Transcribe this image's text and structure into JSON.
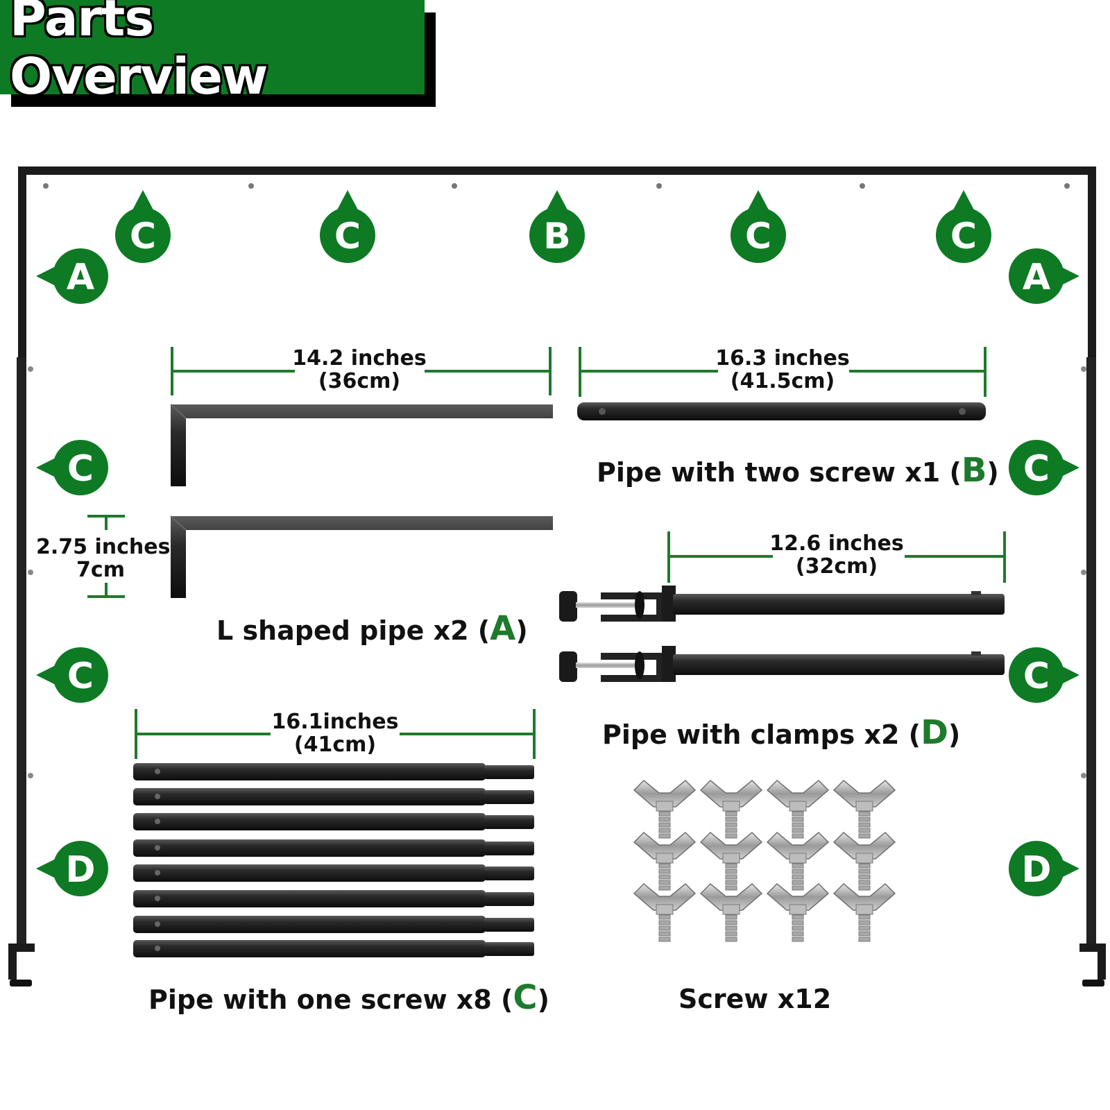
{
  "title": "Parts Overview",
  "colors": {
    "brand_green": "#0e7a24",
    "pipe_black": "#1b1b1b",
    "text": "#111111"
  },
  "markers": {
    "top": [
      "C",
      "C",
      "B",
      "C",
      "C"
    ],
    "left": [
      "A",
      "C",
      "C",
      "D"
    ],
    "right": [
      "A",
      "C",
      "C",
      "D"
    ]
  },
  "parts": {
    "l_pipe": {
      "length": "14.2 inches",
      "length_metric": "(36cm)",
      "height": "2.75 inches",
      "height_metric": "7cm",
      "label": "L shaped pipe x2",
      "letter": "A",
      "open": " (",
      "close": ")"
    },
    "two_screw": {
      "length": "16.3 inches",
      "length_metric": "(41.5cm)",
      "label": "Pipe with two screw x1",
      "letter": "B",
      "open": " (",
      "close": ")"
    },
    "clamps": {
      "length": "12.6 inches",
      "length_metric": "(32cm)",
      "label": "Pipe with clamps x2",
      "letter": "D",
      "open": " (",
      "close": ")"
    },
    "one_screw": {
      "length": "16.1inches",
      "length_metric": "(41cm)",
      "label": "Pipe with one screw x8",
      "letter": "C",
      "open": " (",
      "close": ")"
    },
    "screws": {
      "label": "Screw x12"
    }
  }
}
